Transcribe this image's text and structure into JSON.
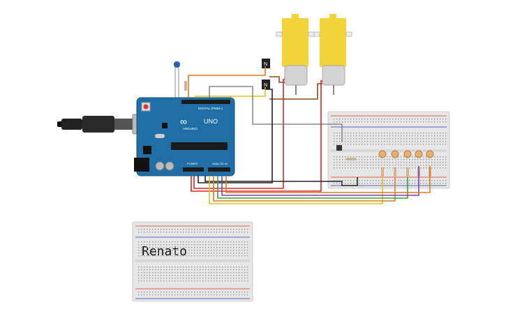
{
  "arduino": {
    "brand": "ARDUINO",
    "model": "UNO",
    "header_digital": "DIGITAL (PWM~)",
    "header_power": "POWER",
    "header_analog": "ANALOG IN",
    "logo_symbol": "∞"
  },
  "transistors": [
    {
      "label": "N"
    },
    {
      "label": "N"
    }
  ],
  "handwritten_text": "Renato",
  "colors": {
    "board": "#1f6ea6",
    "breadboard": "#e6e6e6",
    "motor": "#f2d33a",
    "wire_red": "#d22",
    "wire_black": "#222",
    "wire_orange": "#e07a1f",
    "wire_yellow": "#e2c21a",
    "wire_green": "#3aa335",
    "wire_purple": "#7b3fb5",
    "wire_brown": "#8a4b1b",
    "wire_gray": "#8a8a8a"
  }
}
